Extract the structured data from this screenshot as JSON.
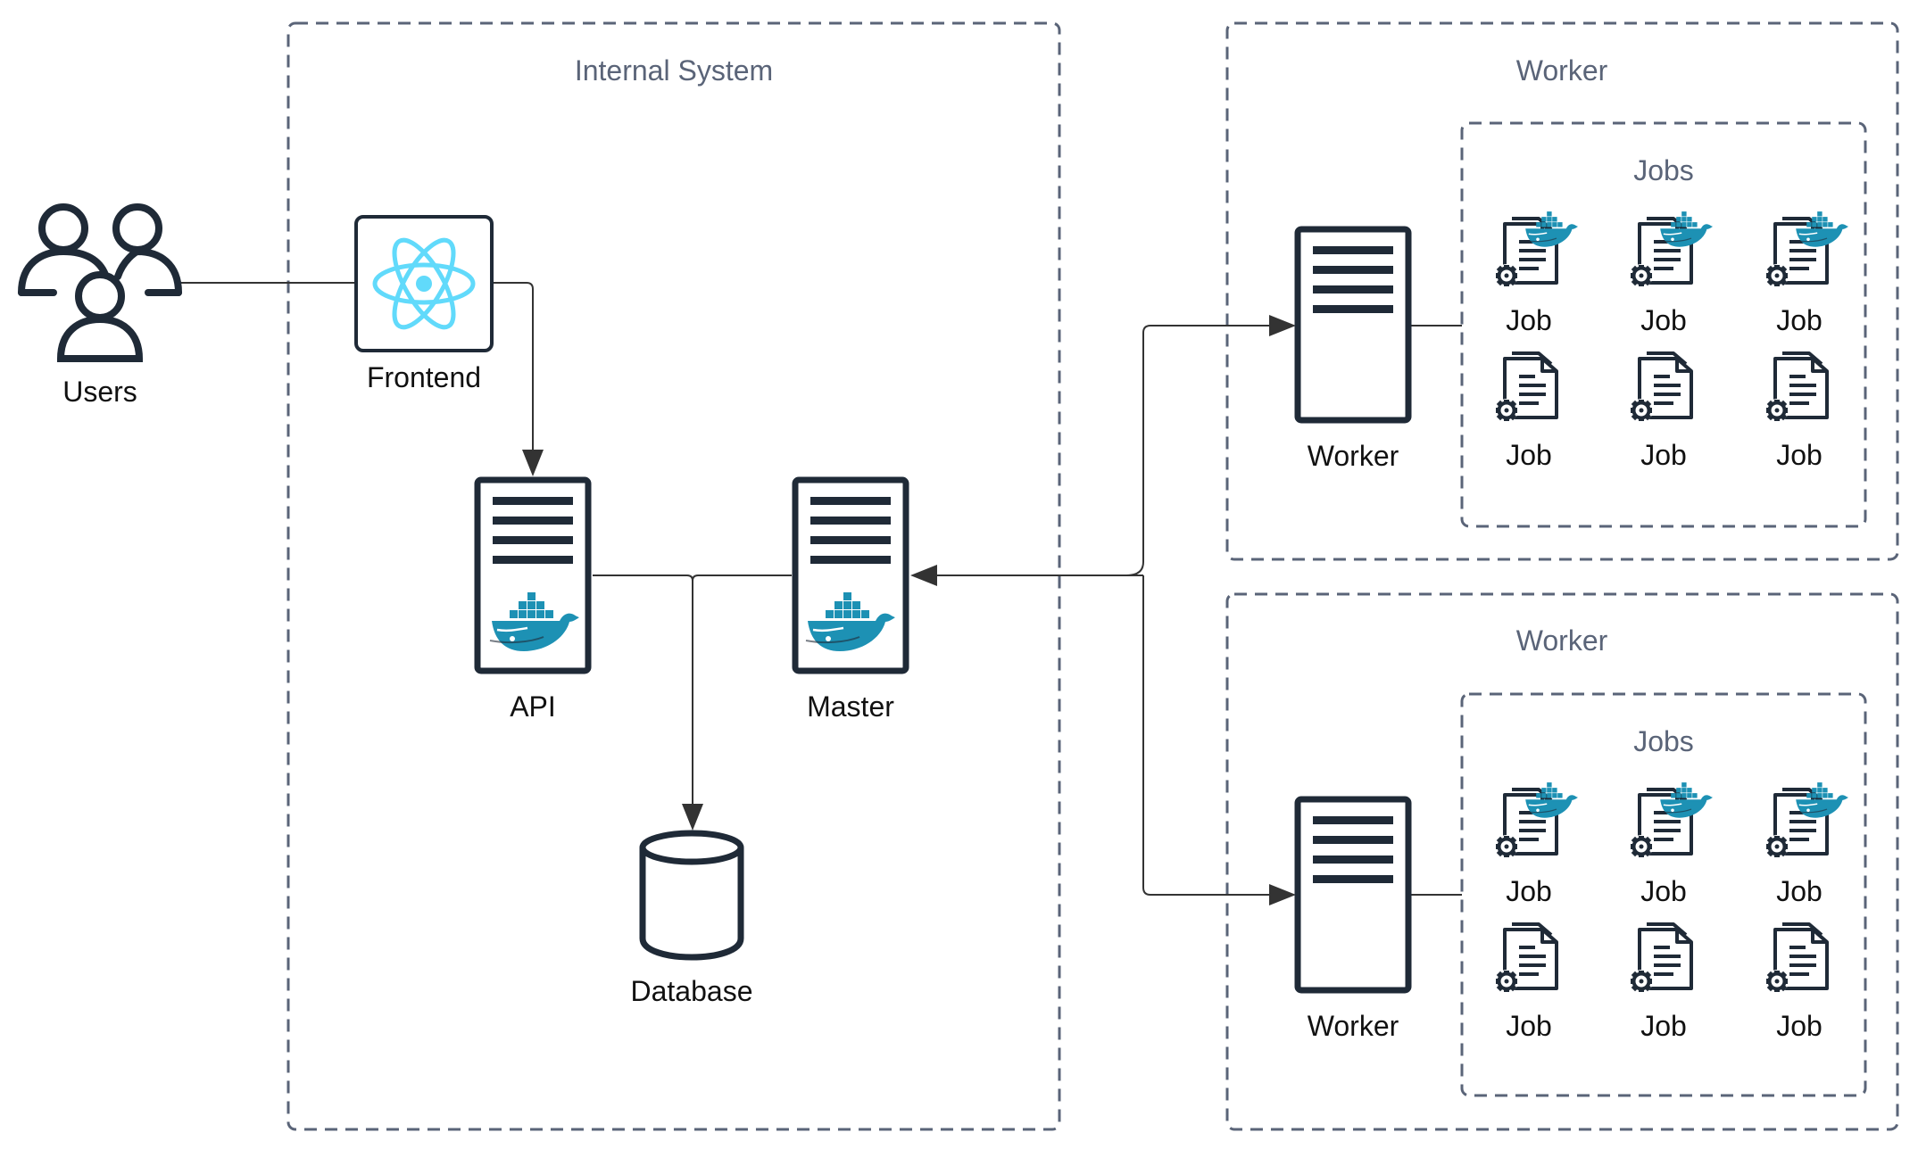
{
  "colors": {
    "dark": "#1f2a37",
    "group_border": "#5a6478",
    "react": "#61dafb",
    "docker": "#1d91b4",
    "docker_light": "#3aa7cc",
    "connector": "#333333"
  },
  "groups": {
    "internal": {
      "title": "Internal System"
    },
    "worker_1": {
      "title": "Worker",
      "jobs_title": "Jobs"
    },
    "worker_2": {
      "title": "Worker",
      "jobs_title": "Jobs"
    }
  },
  "nodes": {
    "users": {
      "label": "Users",
      "icon": "users-icon"
    },
    "frontend": {
      "label": "Frontend",
      "icon": "react-icon"
    },
    "api": {
      "label": "API",
      "icon": "server-docker-icon"
    },
    "master": {
      "label": "Master",
      "icon": "server-docker-icon"
    },
    "database": {
      "label": "Database",
      "icon": "database-icon"
    },
    "worker_1": {
      "label": "Worker",
      "icon": "server-icon"
    },
    "worker_2": {
      "label": "Worker",
      "icon": "server-icon"
    }
  },
  "jobs_1": [
    {
      "label": "Job",
      "docker": true
    },
    {
      "label": "Job",
      "docker": true
    },
    {
      "label": "Job",
      "docker": true
    },
    {
      "label": "Job",
      "docker": false
    },
    {
      "label": "Job",
      "docker": false
    },
    {
      "label": "Job",
      "docker": false
    }
  ],
  "jobs_2": [
    {
      "label": "Job",
      "docker": true
    },
    {
      "label": "Job",
      "docker": true
    },
    {
      "label": "Job",
      "docker": true
    },
    {
      "label": "Job",
      "docker": false
    },
    {
      "label": "Job",
      "docker": false
    },
    {
      "label": "Job",
      "docker": false
    }
  ],
  "edges": [
    {
      "from": "users",
      "to": "frontend"
    },
    {
      "from": "frontend",
      "to": "api"
    },
    {
      "from": "api",
      "to": "database"
    },
    {
      "from": "master",
      "to": "database"
    },
    {
      "from": "worker_1",
      "to": "master"
    },
    {
      "from": "master",
      "to": "worker_1"
    },
    {
      "from": "master",
      "to": "worker_2"
    }
  ]
}
